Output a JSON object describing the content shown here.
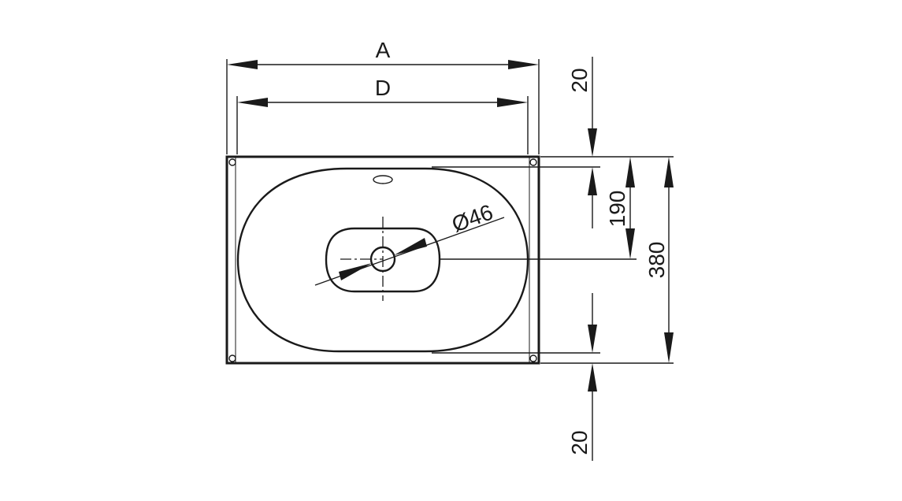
{
  "labels": {
    "width_overall": "A",
    "width_inner": "D",
    "drain_diameter": "Ø46",
    "top_offset": "20",
    "bottom_offset": "20",
    "drain_position": "190",
    "depth_overall": "380"
  }
}
